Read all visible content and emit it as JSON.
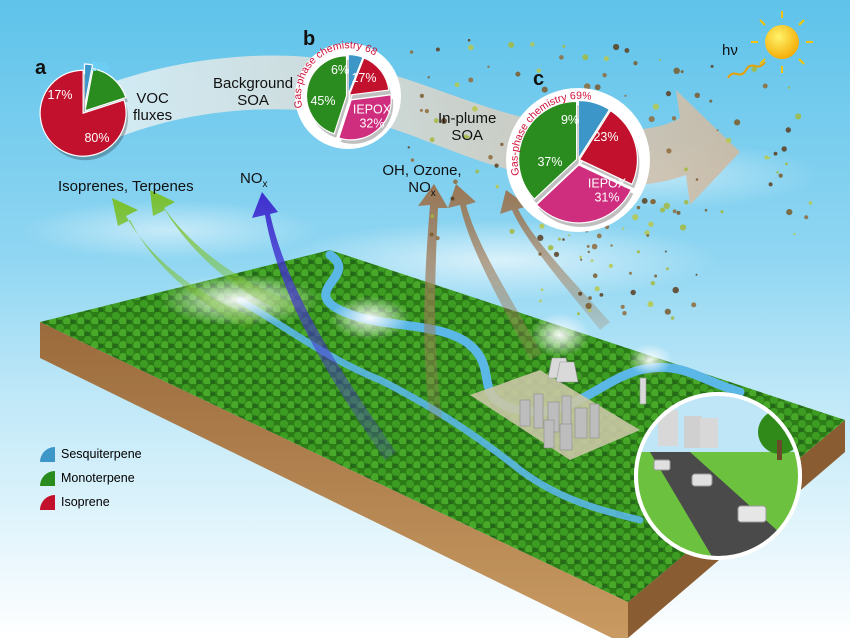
{
  "panels": {
    "a": "a",
    "b": "b",
    "c": "c"
  },
  "labels": {
    "voc": "VOC\nfluxes",
    "background_soa": "Background\nSOA",
    "isoprenes": "Isoprenes, Terpenes",
    "nox_base": "NO",
    "nox_sub": "x",
    "oh_ozone": "OH, Ozone,",
    "nox2_base": "NO",
    "nox2_sub": "x",
    "inplume": "In-plume\nSOA",
    "hv": "hν"
  },
  "pies": {
    "a": {
      "slices": [
        {
          "name": "Sesquiterpene",
          "label": "3%",
          "value": 3
        },
        {
          "name": "Monoterpene",
          "label": "17%",
          "value": 17
        },
        {
          "name": "Isoprene",
          "label": "80%",
          "value": 80
        }
      ]
    },
    "b": {
      "arc_label": "Gas-phase chemistry 68%",
      "slices": [
        {
          "name": "Sesquiterpene",
          "label": "6%",
          "value": 6
        },
        {
          "name": "Isoprene",
          "label": "17%",
          "value": 17
        },
        {
          "name": "IEPOX",
          "label": "IEPOX\n32%",
          "value": 32
        },
        {
          "name": "Monoterpene",
          "label": "45%",
          "value": 45
        }
      ]
    },
    "c": {
      "arc_label": "Gas-phase chemistry 69%",
      "slices": [
        {
          "name": "Sesquiterpene",
          "label": "9%",
          "value": 9
        },
        {
          "name": "Isoprene",
          "label": "23%",
          "value": 23
        },
        {
          "name": "IEPOX",
          "label": "IEPOX\n31%",
          "value": 31
        },
        {
          "name": "Monoterpene",
          "label": "37%",
          "value": 37
        }
      ]
    }
  },
  "legend": [
    {
      "label": "Sesquiterpene",
      "color": "#3d96c8"
    },
    {
      "label": "Monoterpene",
      "color": "#2a8c1e"
    },
    {
      "label": "Isoprene",
      "color": "#c2112c"
    }
  ],
  "colors": {
    "iepox": "#cf2d7e",
    "sky": "#5fc3ea",
    "forest": "#2f8a1a"
  }
}
